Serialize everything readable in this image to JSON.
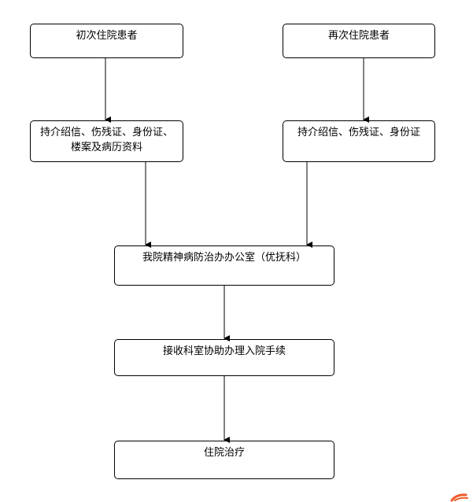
{
  "nodes": {
    "first_visit": {
      "label": "初次住院患者"
    },
    "return_visit": {
      "label": "再次住院患者"
    },
    "first_docs": {
      "lines": [
        "持介绍信、伤残证、身份证、",
        "楼案及病历资料"
      ]
    },
    "return_docs": {
      "label": "持介绍信、伤残证、身份证"
    },
    "office": {
      "label": "我院精神病防治办办公室（优抚科）"
    },
    "admission": {
      "label": "接收科室协助办理入院手续"
    },
    "treatment": {
      "label": "住院治疗"
    }
  },
  "colors": {
    "line": "#000000",
    "box_border": "#000000",
    "corner_mark": "#f05a28"
  },
  "icons": {
    "corner_mark": "corner-logo-icon"
  }
}
